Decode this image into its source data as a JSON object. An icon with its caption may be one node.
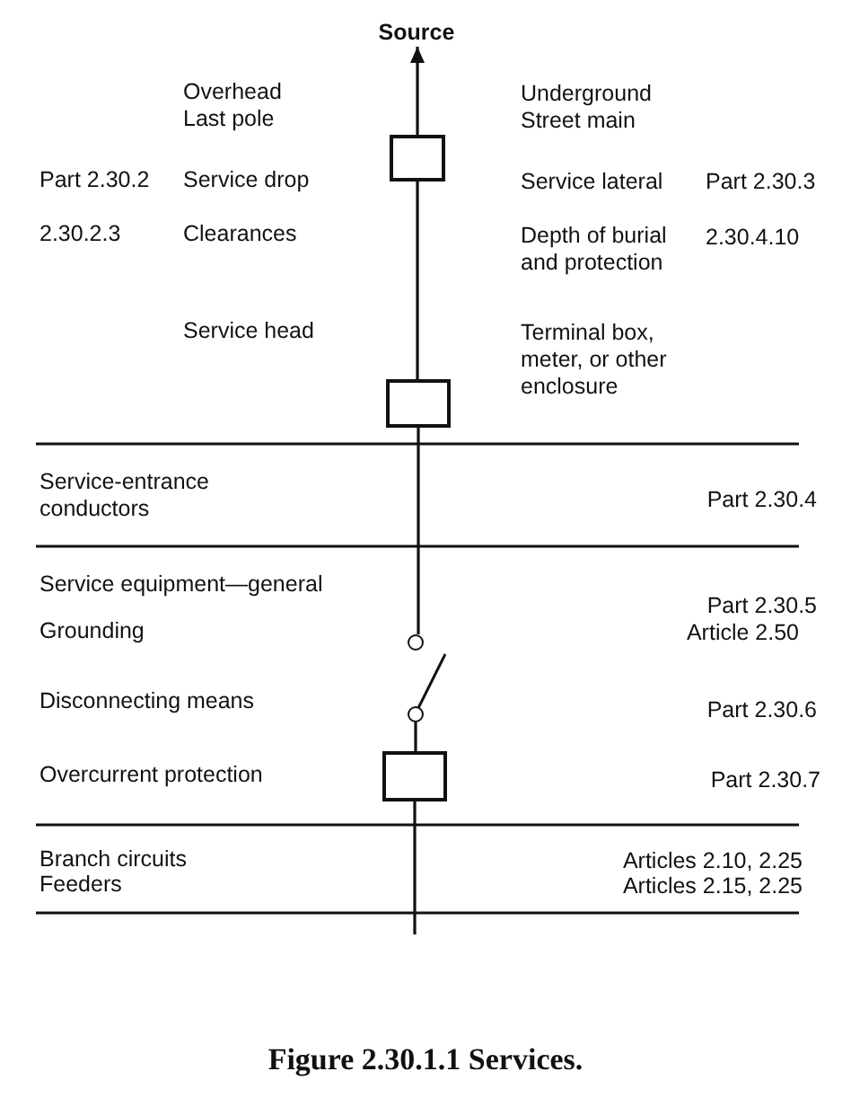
{
  "diagram": {
    "caption": "Figure 2.30.1.1  Services.",
    "nodes": [
      {
        "text": [
          "Source"
        ]
      },
      {
        "text": [],
        "shape": "box"
      },
      {
        "text": [],
        "shape": "box"
      },
      {
        "text": [],
        "shape": "circle"
      },
      {
        "text": [],
        "shape": "circle"
      },
      {
        "text": [],
        "shape": "box"
      }
    ],
    "edges": [
      {
        "from": 1,
        "to": 0,
        "arrow": "to"
      },
      {
        "from": 1,
        "to": 2,
        "arrow": "none"
      },
      {
        "from": 2,
        "to": 3,
        "arrow": "none"
      },
      {
        "from": 4,
        "to": 5,
        "arrow": "none"
      },
      {
        "from": 5,
        "to": null,
        "arrow": "none"
      }
    ],
    "labels": [
      "Overhead",
      "Underground",
      "Last pole",
      "Street main",
      "Part 2.30.2",
      "Service drop",
      "Service lateral",
      "Part 2.30.3",
      "2.30.2.3",
      "Clearances",
      "Depth of burial and protection",
      "2.30.4.10",
      "Service head",
      "Terminal box, meter, or other enclosure",
      "Service-entrance conductors",
      "Part 2.30.4",
      "Service equipment—general",
      "Part 2.30.5",
      "Grounding",
      "Article 2.50",
      "Disconnecting means",
      "Part 2.30.6",
      "Overcurrent protection",
      "Part 2.30.7",
      "Branch circuits",
      "Articles 2.10, 2.25",
      "Feeders",
      "Articles 2.15, 2.25"
    ]
  }
}
